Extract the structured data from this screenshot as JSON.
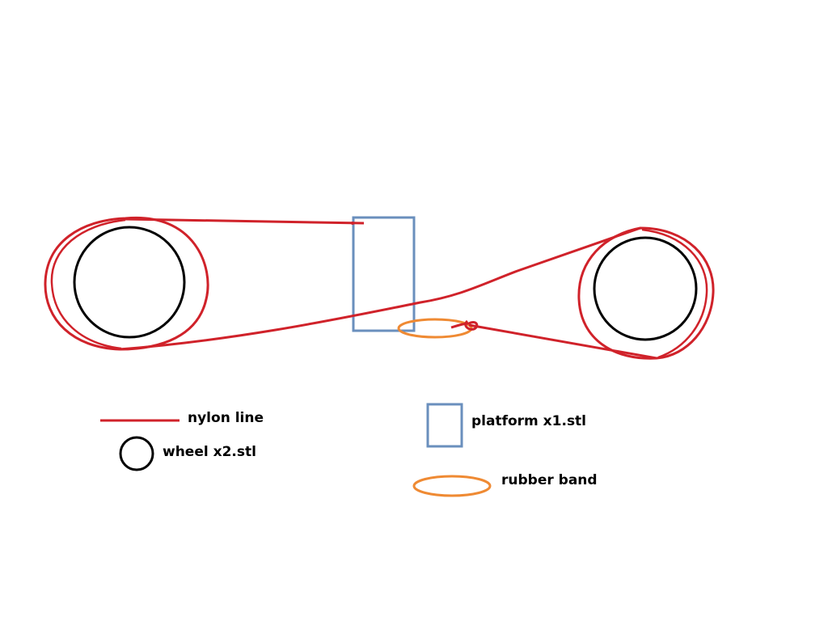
{
  "colors": {
    "nylon": "#d0222a",
    "wheel": "#000000",
    "platform": "#6a8fbd",
    "rubber_band": "#ef8a33",
    "background": "#ffffff"
  },
  "legend": {
    "nylon_label": "nylon line",
    "wheel_label": "wheel x2.stl",
    "platform_label": "platform x1.stl",
    "rubber_band_label": "rubber band"
  }
}
